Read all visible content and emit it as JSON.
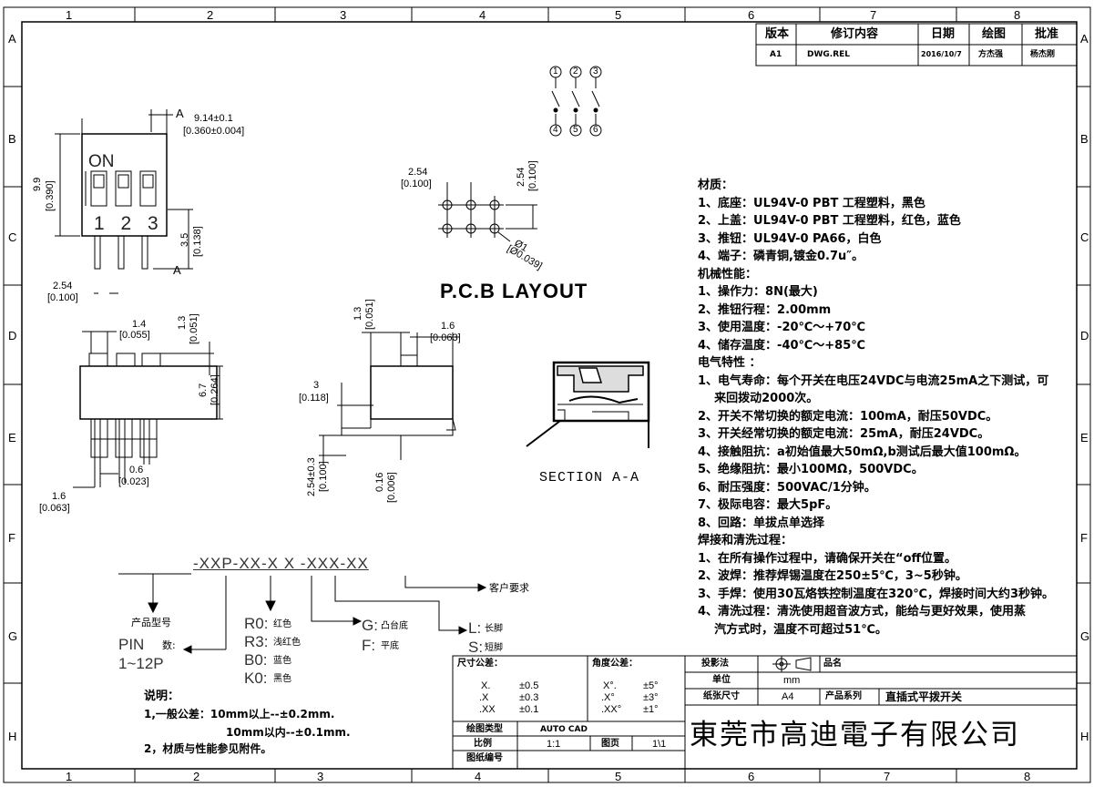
{
  "frame": {
    "columns": [
      "1",
      "2",
      "3",
      "4",
      "5",
      "6",
      "7",
      "8"
    ],
    "rows": [
      "A",
      "B",
      "C",
      "D",
      "E",
      "F",
      "G",
      "H"
    ]
  },
  "revision_table": {
    "headers": [
      "版本",
      "修订内容",
      "日期",
      "绘图",
      "批准"
    ],
    "row": [
      "A1",
      "DWG.REL",
      "2016/10/7",
      "方杰强",
      "杨杰刚"
    ]
  },
  "top_view": {
    "width_dim": "9.14±0.1",
    "width_dim_in": "[0.360±0.004]",
    "height_dim": "9.9",
    "height_dim_in": "[0.390]",
    "on_label": "ON",
    "switch_numbers": "1 2 3",
    "pin_len": "3.5",
    "pin_len_in": "[0.138]",
    "pitch": "2.54",
    "pitch_in": "[0.100]",
    "section_mark": "A"
  },
  "circuit": {
    "top_pins": [
      "1",
      "2",
      "3"
    ],
    "bottom_pins": [
      "4",
      "5",
      "6"
    ]
  },
  "pcb": {
    "pitch_h": "2.54",
    "pitch_h_in": "[0.100]",
    "pitch_v": "2.54",
    "pitch_v_in": "[0.100]",
    "hole": "Ø1",
    "hole_in": "[Ø0.039]",
    "title": "P.C.B LAYOUT"
  },
  "front_view": {
    "d1": "1.4",
    "d1_in": "[0.055]",
    "d2": "1.3",
    "d2_in": "[0.051]",
    "d3": "6.7",
    "d3_in": "[0.264]",
    "d4": "0.6",
    "d4_in": "[0.023]",
    "d5": "1.6",
    "d5_in": "[0.063]"
  },
  "side_view": {
    "d1": "1.3",
    "d1_in": "[0.051]",
    "d2": "1.6",
    "d2_in": "[0.063]",
    "d3": "3",
    "d3_in": "[0.118]",
    "d4": "2.54±0.3",
    "d4_in": "[0.100]",
    "d5": "0.16",
    "d5_in": "[0.006]"
  },
  "section_label": "SECTION  A-A",
  "specs": [
    "材质：",
    "1、底座：UL94V-0 PBT 工程塑料，黑色",
    "2、上盖：UL94V-0 PBT 工程塑料，红色，蓝色",
    "3、推钮：UL94V-0 PA66，白色",
    "4、端子：磷青铜,镀金0.7u″。",
    "机械性能：",
    "1、操作力：8N(最大)",
    "2、推钮行程：2.00mm",
    "3、使用温度：-20℃～+70℃",
    "4、储存温度：-40℃～+85℃",
    "电气特性 ：",
    "1、电气寿命：每个开关在电压24VDC与电流25mA之下测试，可",
    "    来回拨动2000次。",
    "2、开关不常切换的额定电流：100mA，耐压50VDC。",
    "3、开关经常切换的额定电流：25mA，耐压24VDC。",
    "4、接触阻抗：a初始值最大50mΩ,b测试后最大值100mΩ。",
    "5、绝缘阻抗：最小100MΩ，500VDC。",
    "6、耐压强度：500VAC/1分钟。",
    "7、极际电容：最大5pF。",
    "8、回路：单拔点单选择",
    "焊接和清洗过程：",
    "1、在所有操作过程中，请确保开关在“off位置。",
    "2、波焊：推荐焊锡温度在250±5℃，3~5秒钟。",
    "3、手焊：使用30瓦烙铁控制温度在320℃，焊接时间大约3秒钟。",
    "4、清洗过程：清洗使用超音波方式，能给与更好效果，使用蒸",
    "    汽方式时，温度不可超过51℃。"
  ],
  "part_number": {
    "code": "-XXP-XX-X X -XXX-XX",
    "customer_req": "客户要求",
    "product_model": "产品型号",
    "pin_label": "PIN",
    "pin_count_label": "数:",
    "pin_range": "1~12P",
    "colors": [
      {
        "code": "R0:",
        "name": "红色"
      },
      {
        "code": "R3:",
        "name": "浅红色"
      },
      {
        "code": "B0:",
        "name": "蓝色"
      },
      {
        "code": "K0:",
        "name": "黑色"
      }
    ],
    "base": [
      {
        "code": "G:",
        "name": "凸台底"
      },
      {
        "code": "F:",
        "name": "平底"
      }
    ],
    "feet": [
      {
        "code": "L:",
        "name": "长脚"
      },
      {
        "code": "S:",
        "name": "短脚"
      }
    ]
  },
  "notes": {
    "title": "说明：",
    "n1": "1,一般公差：10mm以上--±0.2mm.",
    "n1b": "10mm以内--±0.1mm.",
    "n2": "2，材质与性能参见附件。"
  },
  "title_block": {
    "size_tol_label": "尺寸公差：",
    "angle_tol_label": "角度公差：",
    "size_tol": [
      [
        "X.",
        "±0.5"
      ],
      [
        ".X",
        "±0.3"
      ],
      [
        ".XX",
        "±0.1"
      ]
    ],
    "angle_tol": [
      [
        "X°.",
        "±5°"
      ],
      [
        ".X°",
        "±3°"
      ],
      [
        ".XX°",
        "±1°"
      ]
    ],
    "drawing_type_label": "绘图类型",
    "drawing_type": "AUTO CAD",
    "scale_label": "比例",
    "scale": "1:1",
    "page_label": "图页",
    "page": "1\\1",
    "drawing_no_label": "图纸编号",
    "projection_label": "投影法",
    "product_name_label": "品名",
    "unit_label": "单位",
    "unit": "mm",
    "paper_label": "纸张尺寸",
    "paper": "A4",
    "series_label": "产品系列",
    "series": "直插式平拨开关",
    "company": "東莞市高迪電子有限公司"
  }
}
